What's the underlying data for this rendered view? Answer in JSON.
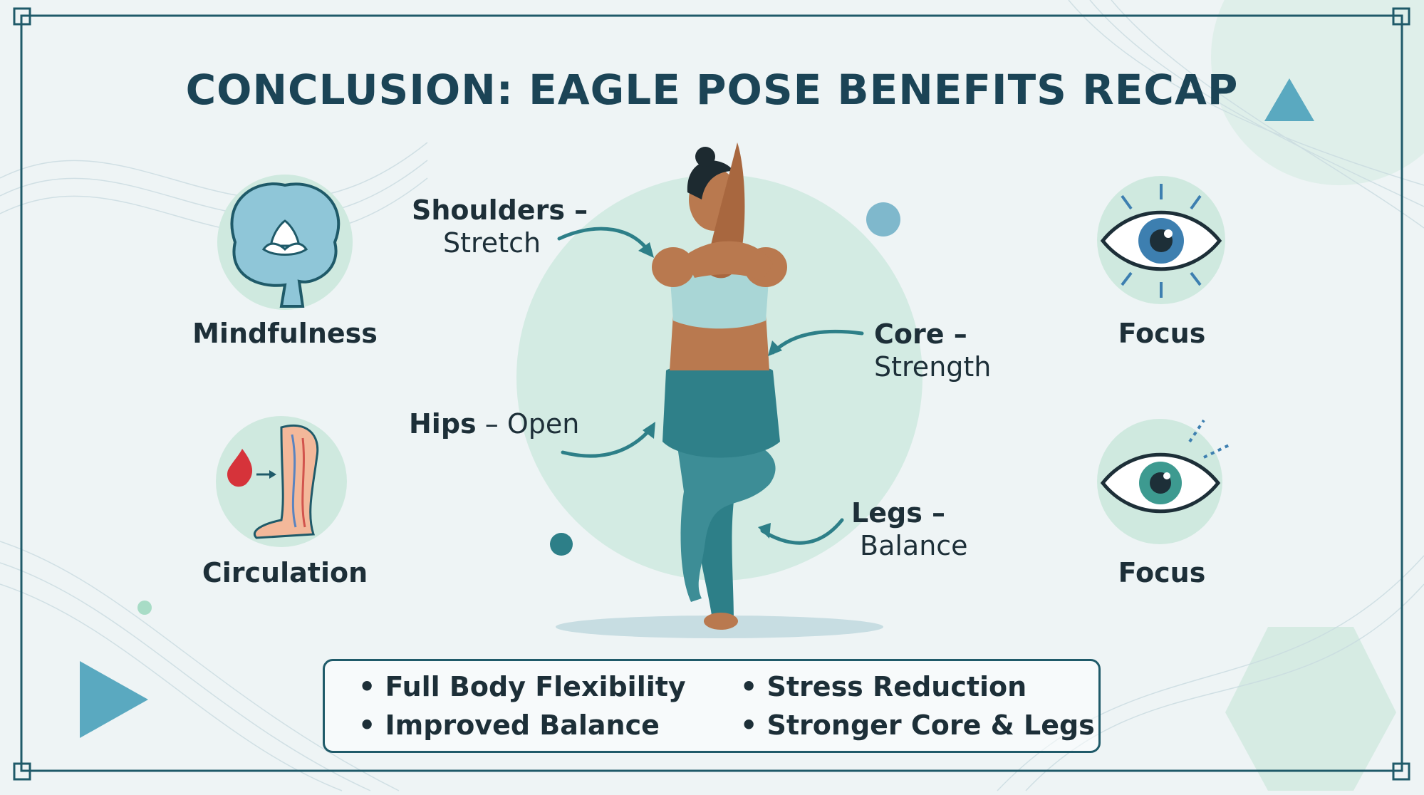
{
  "title": "CONCLUSION: EAGLE POSE BENEFITS RECAP",
  "benefits_left": [
    {
      "label": "Mindfulness",
      "icon": "brain-lotus-icon"
    },
    {
      "label": "Circulation",
      "icon": "leg-blood-icon"
    }
  ],
  "benefits_right": [
    {
      "label": "Focus",
      "icon": "eye-icon"
    },
    {
      "label": "Focus",
      "icon": "eye-icon"
    }
  ],
  "annotations": {
    "shoulders": {
      "term": "Shoulders –",
      "detail": "Stretch"
    },
    "core": {
      "term": "Core –",
      "detail": "Strength"
    },
    "hips": {
      "term": "Hips",
      "detail": " – Open"
    },
    "legs": {
      "term": "Legs –",
      "detail": "Balance"
    }
  },
  "summary": [
    "• Full Body Flexibility",
    "• Stress Reduction",
    "• Improved Balance",
    "• Stronger Core & Legs"
  ],
  "colors": {
    "teal_dark": "#1f5a69",
    "teal": "#2d7f88",
    "mint": "#cfe9df",
    "accent_blue": "#5aa9c0",
    "skin": "#b9794f"
  }
}
